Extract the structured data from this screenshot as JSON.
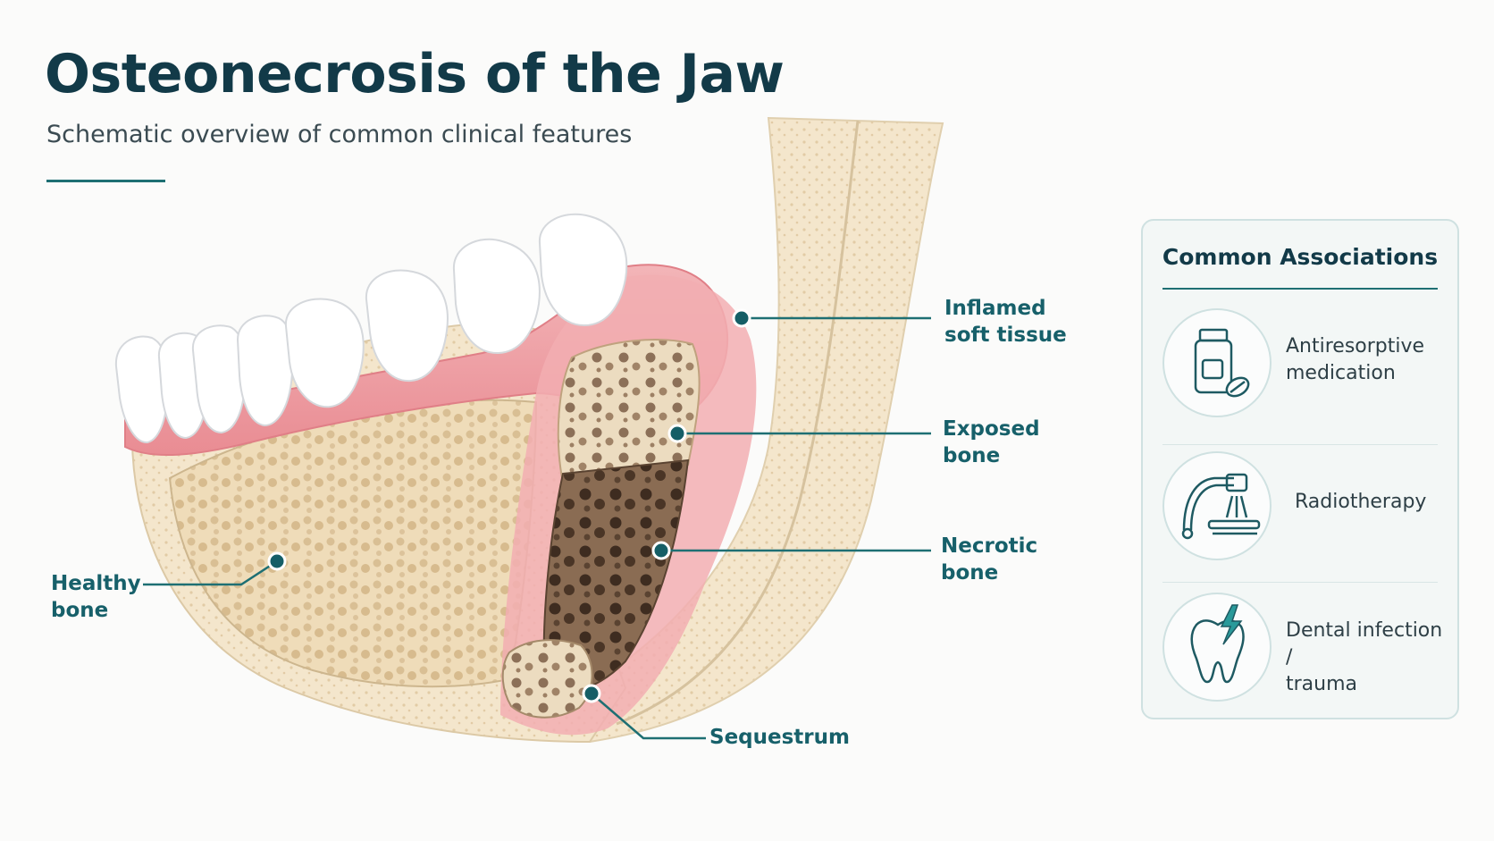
{
  "header": {
    "title": "Osteonecrosis of the Jaw",
    "subtitle": "Schematic overview of common clinical features"
  },
  "labels": {
    "inflamed_soft_tissue": [
      "Inflamed",
      "soft tissue"
    ],
    "exposed_bone": [
      "Exposed",
      "bone"
    ],
    "necrotic_bone": [
      "Necrotic",
      "bone"
    ],
    "healthy_bone": [
      "Healthy",
      "bone"
    ],
    "sequestrum": [
      "Sequestrum"
    ]
  },
  "associations": {
    "title": "Common Associations",
    "items": [
      {
        "icon": "medication-bottle-icon",
        "text": [
          "Antiresorptive",
          "medication"
        ]
      },
      {
        "icon": "radiotherapy-machine-icon",
        "text": [
          "Radiotherapy"
        ]
      },
      {
        "icon": "tooth-lightning-icon",
        "text": [
          "Dental infection /",
          "trauma"
        ]
      }
    ]
  },
  "colors": {
    "accent": "#1e6f73",
    "title": "#123a48",
    "label": "#17606a",
    "gum": "#ec9aa0",
    "bone": "#f2e3c7",
    "necrotic": "#6e5744"
  }
}
